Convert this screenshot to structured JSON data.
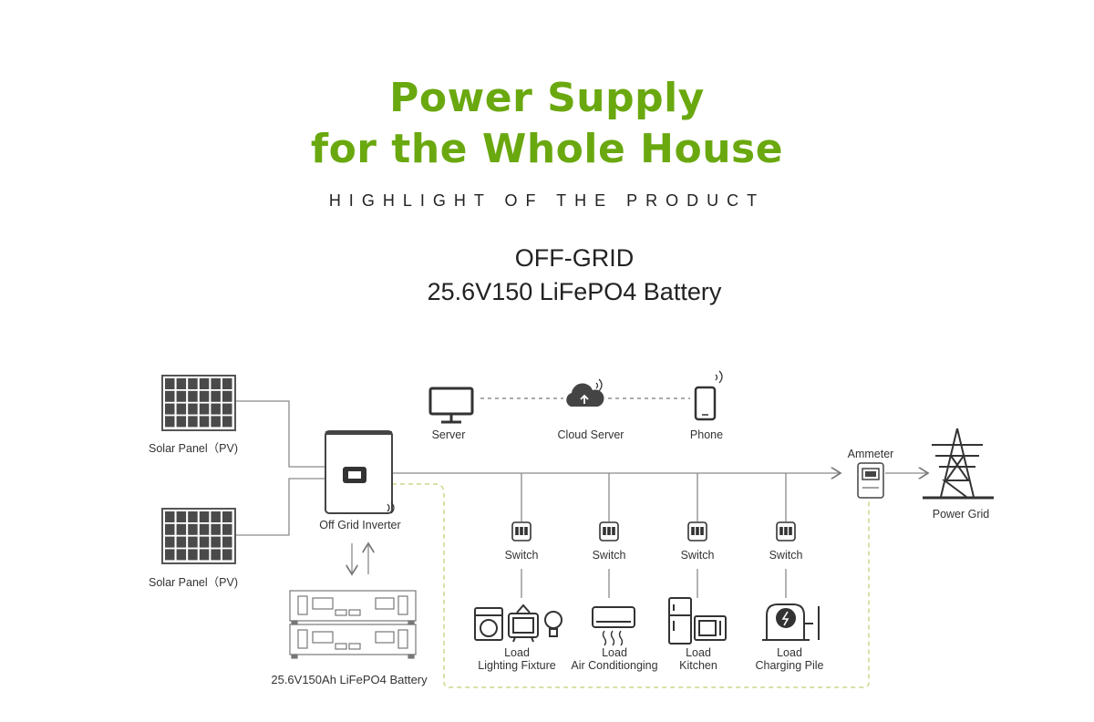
{
  "header": {
    "title_line1": "Power Supply",
    "title_line2": "for the Whole House",
    "subtitle": "HIGHLIGHT OF THE PRODUCT",
    "product_line1": "OFF-GRID",
    "product_line2": "25.6V150 LiFePO4 Battery"
  },
  "diagram": {
    "solar_panel_1": "Solar Panel（PV)",
    "solar_panel_2": "Solar Panel（PV)",
    "inverter": "Off Grid Inverter",
    "battery": "25.6V150Ah LiFePO4 Battery",
    "server": "Server",
    "cloud_server": "Cloud Server",
    "phone": "Phone",
    "ammeter": "Ammeter",
    "power_grid": "Power Grid",
    "switch_1": "Switch",
    "switch_2": "Switch",
    "switch_3": "Switch",
    "switch_4": "Switch",
    "load_1_title": "Load",
    "load_1_name": "Lighting Fixture",
    "load_2_title": "Load",
    "load_2_name": "Air Conditionging",
    "load_3_title": "Load",
    "load_3_name": "Kitchen",
    "load_4_title": "Load",
    "load_4_name": "Charging Pile"
  },
  "colors": {
    "title_green": "#6aa80f",
    "line_gray": "#8a8a8a",
    "dash_green": "#c8d98a"
  }
}
